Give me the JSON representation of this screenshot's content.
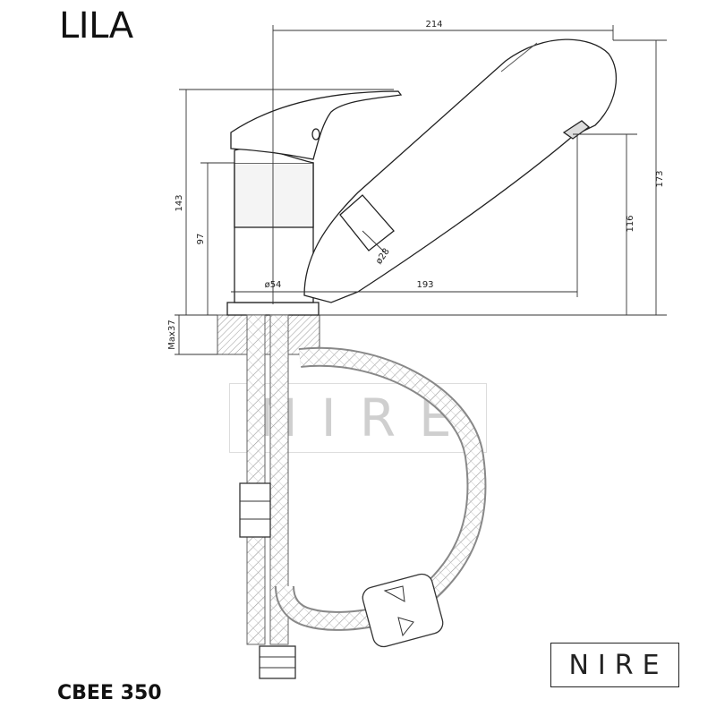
{
  "title": "LILA",
  "product_code": "CBEE 350",
  "brand": "NIRE",
  "watermark": "NIRE",
  "dimensions": {
    "total_width": "214",
    "total_height": "173",
    "lever_height": "143",
    "body_height": "97",
    "spout_height": "116",
    "reach": "193",
    "base_diameter": "ø54",
    "spout_diameter": "ø28",
    "max_thickness": "Max37"
  }
}
